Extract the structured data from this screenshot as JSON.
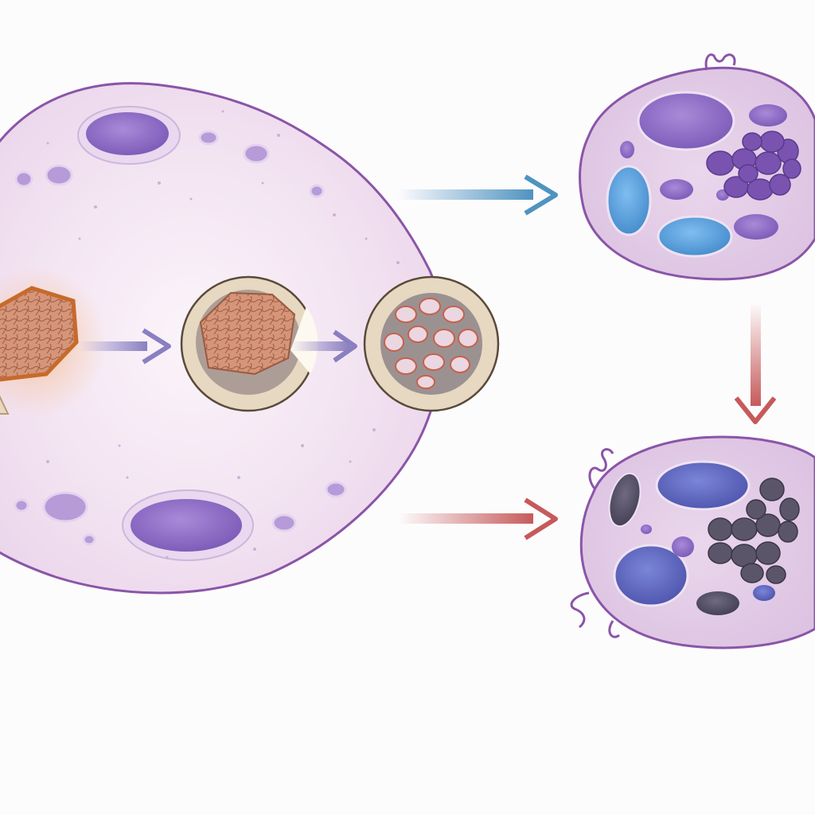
{
  "figure": {
    "caption": "",
    "colors": {
      "background": "#fdfcfd",
      "large_cell_fill": "#f1e2f1",
      "large_cell_membrane": "#8a55a8",
      "nucleus": "#8c6cc4",
      "particle_orange": "#d98545",
      "particle_tissue": "#cc8a72",
      "vesicle_rim": "#e9dcc8",
      "arrow_purple": "#8a7fc0",
      "arrow_blue": "#4f93c0",
      "arrow_red": "#c65a5a",
      "granule_blue": "#5ea0d8",
      "granule_dark": "#55506a"
    },
    "stages": [
      {
        "name": "particle-engulfment",
        "icon": "tissue-fragment-icon"
      },
      {
        "name": "phagosome",
        "icon": "phagosome-icon"
      },
      {
        "name": "phagolysosome",
        "icon": "phagolysosome-icon"
      }
    ],
    "outcome_cells": [
      {
        "name": "upper-outcome-cell",
        "granule_tone": "blue-violet"
      },
      {
        "name": "lower-outcome-cell",
        "granule_tone": "dark-grey"
      }
    ],
    "arrows": [
      {
        "name": "arrow-particle-to-phagosome",
        "color": "purple"
      },
      {
        "name": "arrow-phagosome-to-phagolysosome",
        "color": "purple"
      },
      {
        "name": "arrow-to-upper-cell",
        "color": "blue"
      },
      {
        "name": "arrow-to-lower-cell",
        "color": "red"
      },
      {
        "name": "arrow-upper-to-lower-cell",
        "color": "red"
      }
    ]
  }
}
